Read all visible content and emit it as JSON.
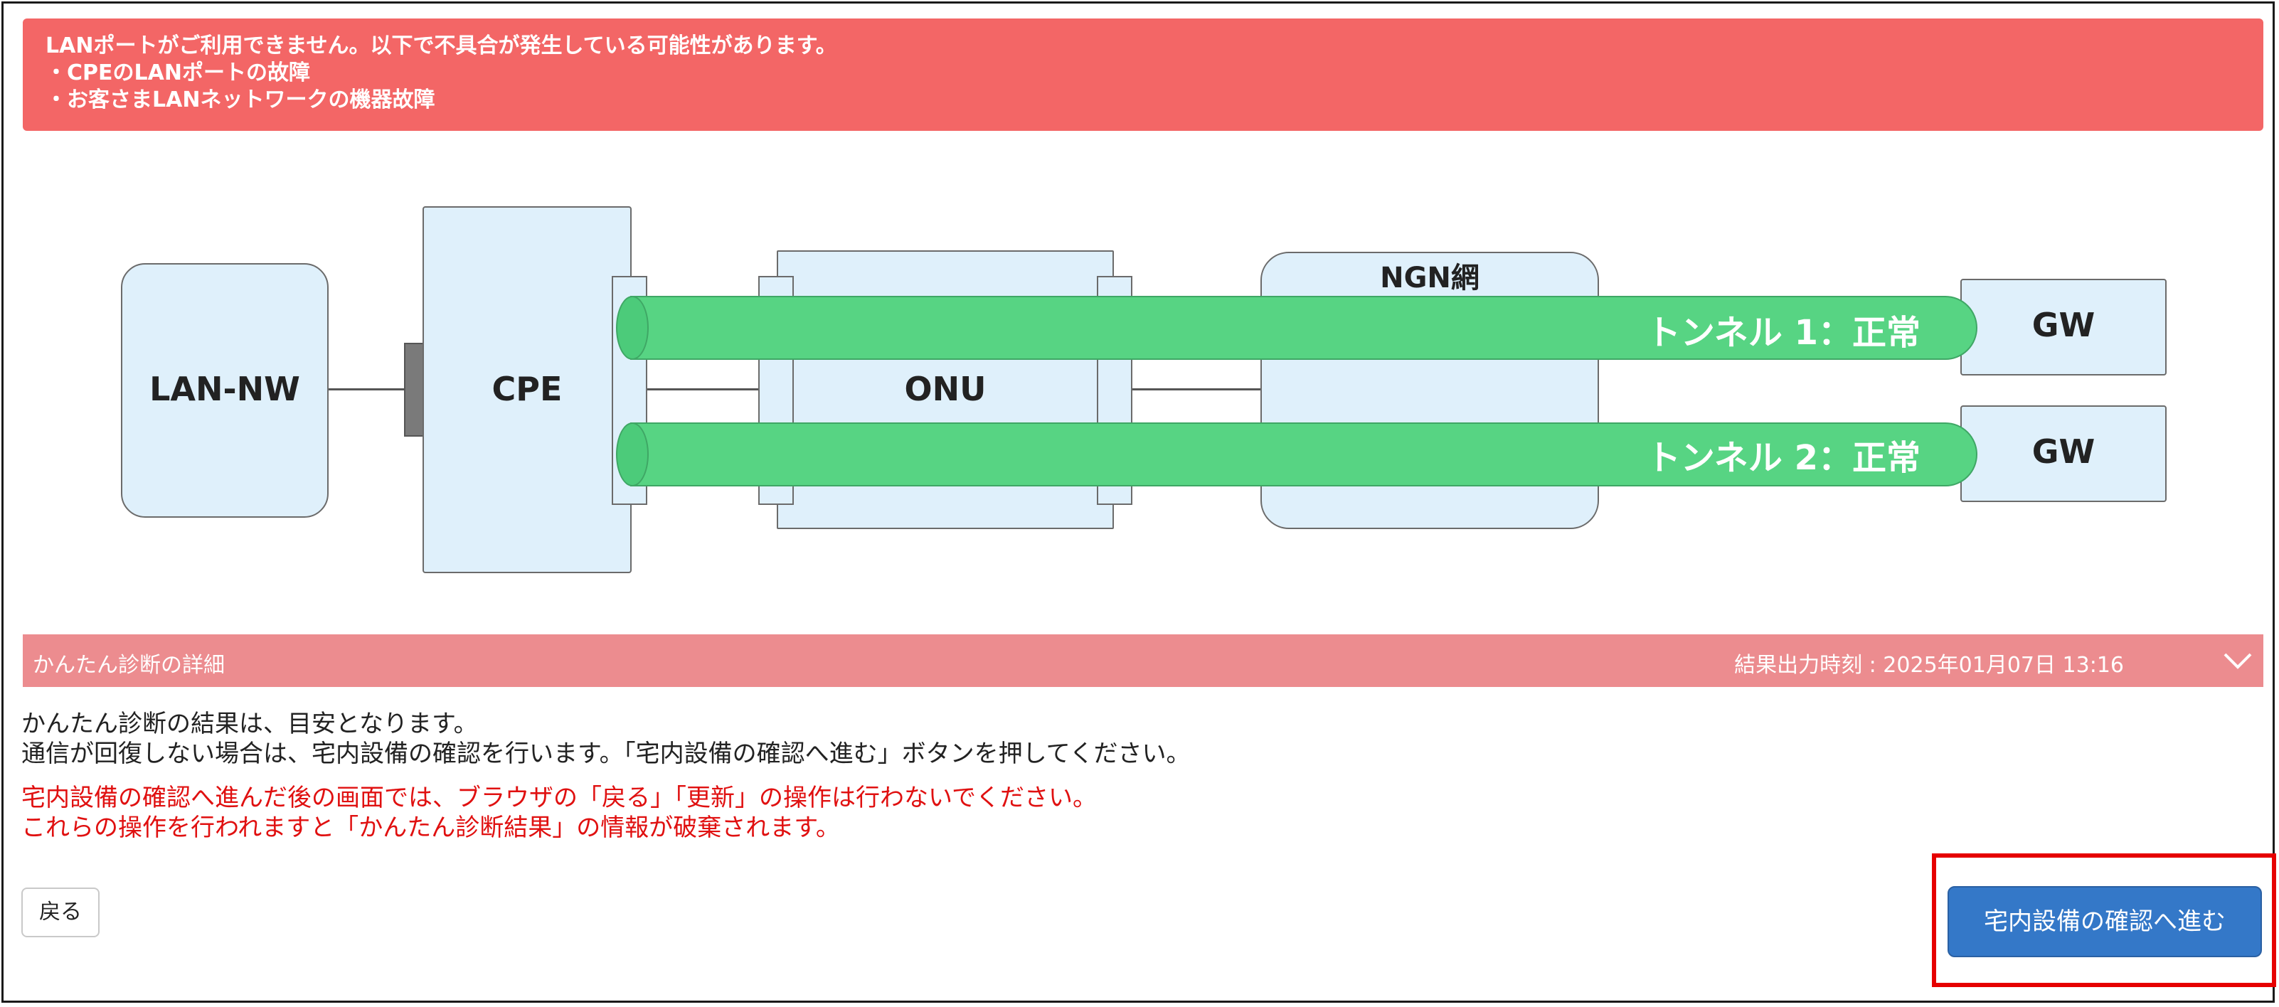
{
  "alert": {
    "lines": [
      "LANポートがご利用できません。以下で不具合が発生している可能性があります。",
      "・CPEのLANポートの故障",
      "・お客さまLANネットワークの機器故障"
    ]
  },
  "diagram": {
    "lan_nw": "LAN-NW",
    "cpe": "CPE",
    "onu": "ONU",
    "ngn": "NGN網",
    "gw1": "GW",
    "gw2": "GW",
    "tunnel1": "トンネル 1：正常",
    "tunnel2": "トンネル 2：正常"
  },
  "detail": {
    "title": "かんたん診断の詳細",
    "timestamp": "結果出力時刻 : 2025年01月07日 13:16"
  },
  "messages": {
    "line1": "かんたん診断の結果は、目安となります。",
    "line2": "通信が回復しない場合は、宅内設備の確認を行います。「宅内設備の確認へ進む」ボタンを押してください。",
    "warn1": "宅内設備の確認へ進んだ後の画面では、ブラウザの「戻る」「更新」の操作は行わないでください。",
    "warn2": "これらの操作を行われますと「かんたん診断結果」の情報が破棄されます。"
  },
  "buttons": {
    "back": "戻る",
    "proceed": "宅内設備の確認へ進む"
  },
  "colors": {
    "alert_bg": "#f36666",
    "detail_bar": "#ec8c8f",
    "box_fill": "#dff0fb",
    "tunnel": "#57d483",
    "primary": "#3478c8",
    "highlight": "#e60000",
    "warning_text": "#e01010"
  }
}
